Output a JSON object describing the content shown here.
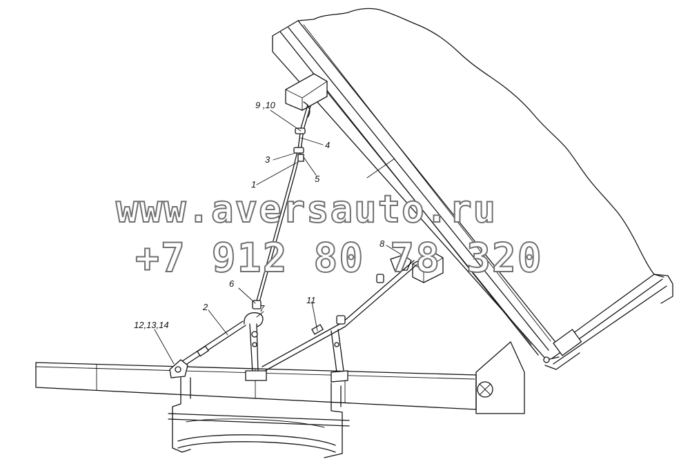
{
  "callouts": [
    {
      "id": "c-9-10",
      "text": "9 ,10"
    },
    {
      "id": "c-4",
      "text": "4"
    },
    {
      "id": "c-3",
      "text": "3"
    },
    {
      "id": "c-5",
      "text": "5"
    },
    {
      "id": "c-1",
      "text": "1"
    },
    {
      "id": "c-8",
      "text": "8"
    },
    {
      "id": "c-6",
      "text": "6"
    },
    {
      "id": "c-7",
      "text": "7"
    },
    {
      "id": "c-2",
      "text": "2"
    },
    {
      "id": "c-11",
      "text": "11"
    },
    {
      "id": "c-12-13-14",
      "text": "12,13,14"
    }
  ],
  "watermark": {
    "site": "www.aversauto.ru",
    "phone": "+7 912 80 78 320",
    "color": "#6f6f6f"
  },
  "colors": {
    "line": "#111111",
    "background": "#ffffff"
  }
}
